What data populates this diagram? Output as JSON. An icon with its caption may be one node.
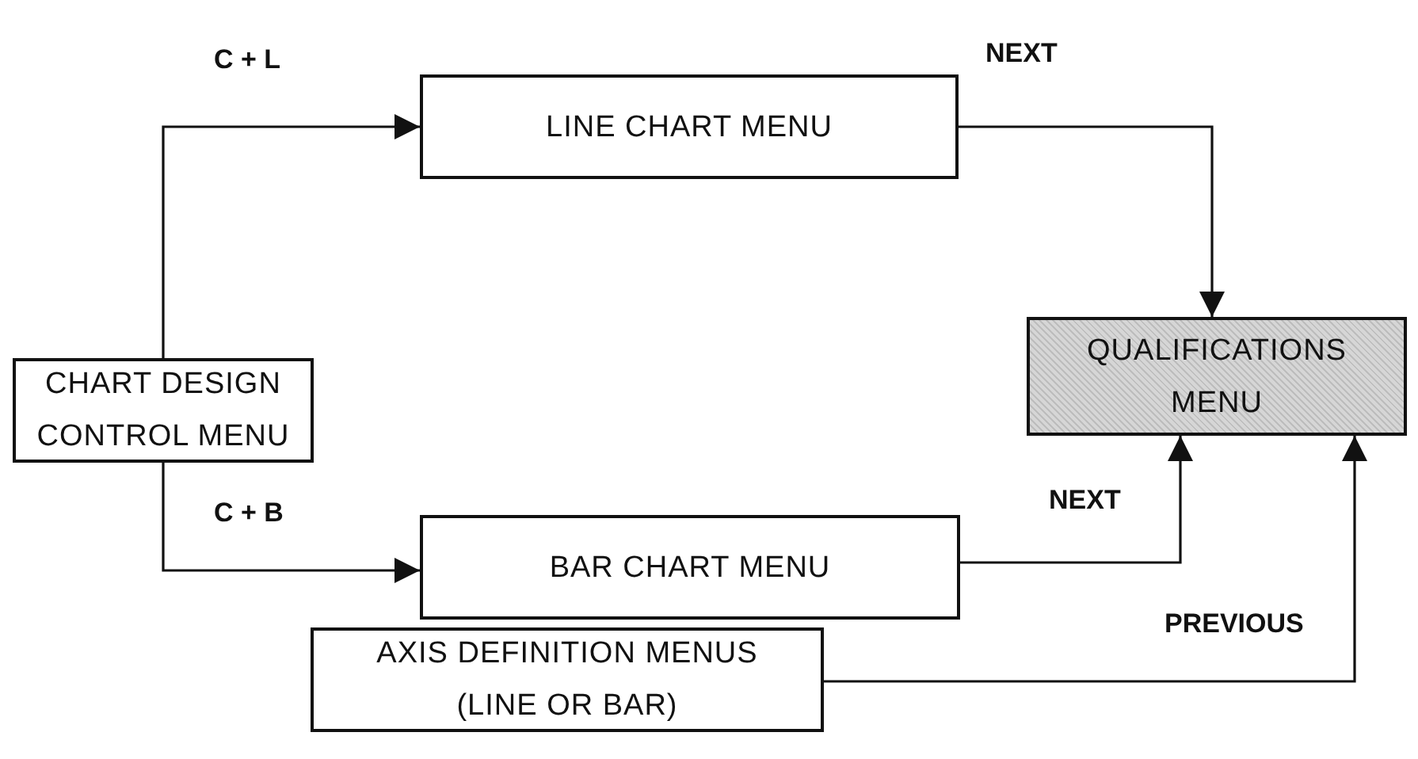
{
  "diagram": {
    "nodes": [
      {
        "text": [
          "CHART DESIGN CONTROL MENU"
        ]
      },
      {
        "text": [
          "LINE CHART MENU"
        ]
      },
      {
        "text": [
          "QUALIFICATIONS MENU"
        ]
      },
      {
        "text": [
          "BAR CHART MENU"
        ]
      },
      {
        "text": [
          "AXIS DEFINITION MENUS (LINE OR BAR)"
        ]
      }
    ],
    "edges": [
      {
        "from": 0,
        "to": 1,
        "arrow": "to",
        "label": "C + L"
      },
      {
        "from": 0,
        "to": 3,
        "arrow": "to",
        "label": "C + B"
      },
      {
        "from": 1,
        "to": 2,
        "arrow": "to",
        "label": "NEXT"
      },
      {
        "from": 3,
        "to": 2,
        "arrow": "to",
        "label": "NEXT"
      },
      {
        "from": 4,
        "to": 2,
        "arrow": "to",
        "label": "PREVIOUS"
      }
    ]
  }
}
